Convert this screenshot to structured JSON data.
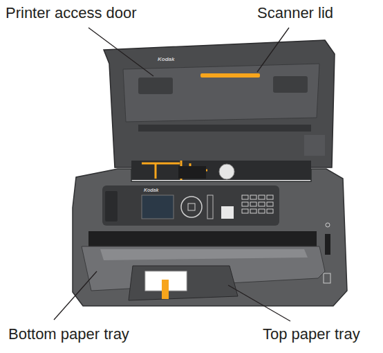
{
  "diagram": {
    "labels": [
      "Printer access door",
      "Scanner lid",
      "Bottom paper tray",
      "Top paper tray",
      "Kodak",
      "Kodak"
    ]
  }
}
